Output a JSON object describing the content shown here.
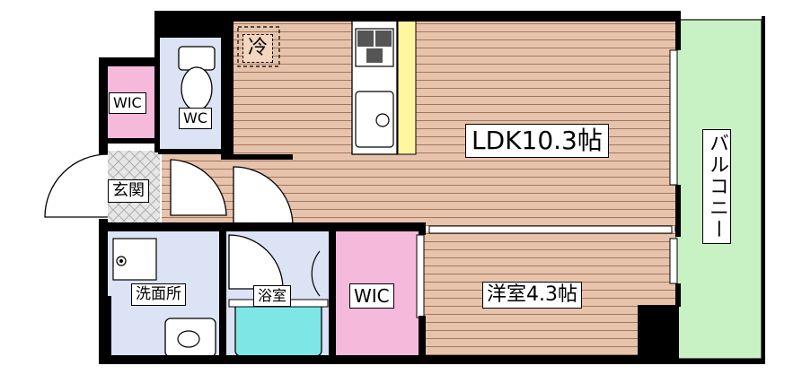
{
  "rooms": {
    "ldk": "LDK10.3帖",
    "western_room": "洋室4.3帖",
    "wic_small": "WIC",
    "wic_large": "WIC",
    "wc": "WC",
    "entrance": "玄関",
    "washroom": "洗面所",
    "bathroom": "浴室",
    "balcony": "バルコニー",
    "fridge": "冷"
  },
  "colors": {
    "wood_floor": "#e8c3ac",
    "wood_lines": "#a07860",
    "wic": "#f5b9dc",
    "wet_area": "#dbe3f5",
    "balcony": "#c9f2c4",
    "tub": "#7fe6e6",
    "kitchen_accent": "#fff6a0",
    "wall": "#000000"
  }
}
